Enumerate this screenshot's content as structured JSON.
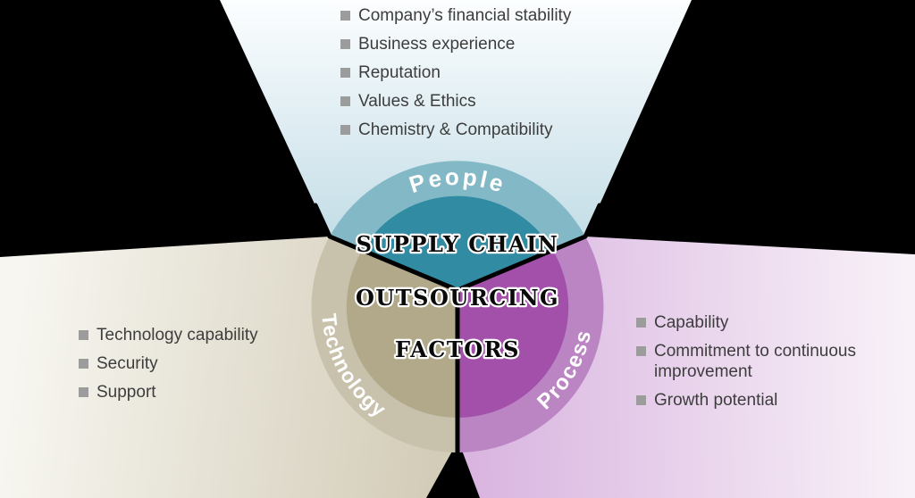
{
  "title": {
    "line1": "SUPPLY CHAIN",
    "line2": "OUTSOURCING",
    "line3": "FACTORS"
  },
  "segments": {
    "people": {
      "label": "People",
      "items": [
        "Company’s financial stability",
        "Business experience",
        "Reputation",
        "Values & Ethics",
        "Chemistry & Compatibility"
      ]
    },
    "technology": {
      "label": "Technology",
      "items": [
        "Technology capability",
        "Security",
        "Support"
      ]
    },
    "process": {
      "label": "Process",
      "items": [
        "Capability",
        "Commitment to continuous improvement",
        "Growth potential"
      ]
    }
  },
  "colors": {
    "background": "#000000",
    "people_inner": "#318ba2",
    "people_ring": "#83b9c7",
    "people_fan_near": "#bedae4",
    "technology_inner": "#b1a989",
    "technology_ring": "#c8c1ab",
    "technology_fan_near": "#d3ccb8",
    "process_inner": "#a350ab",
    "process_ring": "#bb85c4",
    "process_fan_near": "#d9b5e0",
    "divider_line": "#000000",
    "bullet": "#9c9c9c",
    "list_text": "#3d3d3d",
    "ring_label_text": "#ffffff",
    "title_text": "#0a0a0a"
  }
}
